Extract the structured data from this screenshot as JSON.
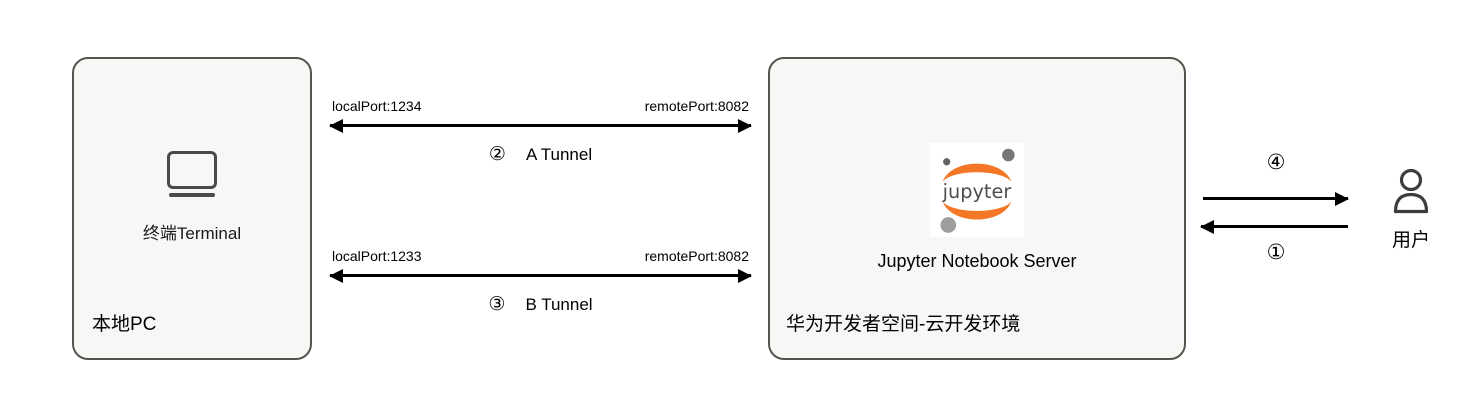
{
  "local_pc": {
    "label": "本地PC",
    "terminal_label": "终端Terminal"
  },
  "cloud": {
    "label": "华为开发者空间-云开发环境",
    "server_label": "Jupyter Notebook Server",
    "logo_text": "jupyter"
  },
  "tunnels": [
    {
      "step": "②",
      "name": "A Tunnel",
      "local_port": "localPort:1234",
      "remote_port": "remotePort:8082"
    },
    {
      "step": "③",
      "name": "B Tunnel",
      "local_port": "localPort:1233",
      "remote_port": "remotePort:8082"
    }
  ],
  "user": {
    "label": "用户",
    "to_user_step": "④",
    "from_user_step": "①"
  },
  "colors": {
    "box_border": "#55544c",
    "box_fill": "#f7f7f5",
    "arrow": "#000000",
    "jupyter_orange": "#f37726",
    "jupyter_text": "#4e4e4e",
    "icon_stroke": "#474747"
  }
}
